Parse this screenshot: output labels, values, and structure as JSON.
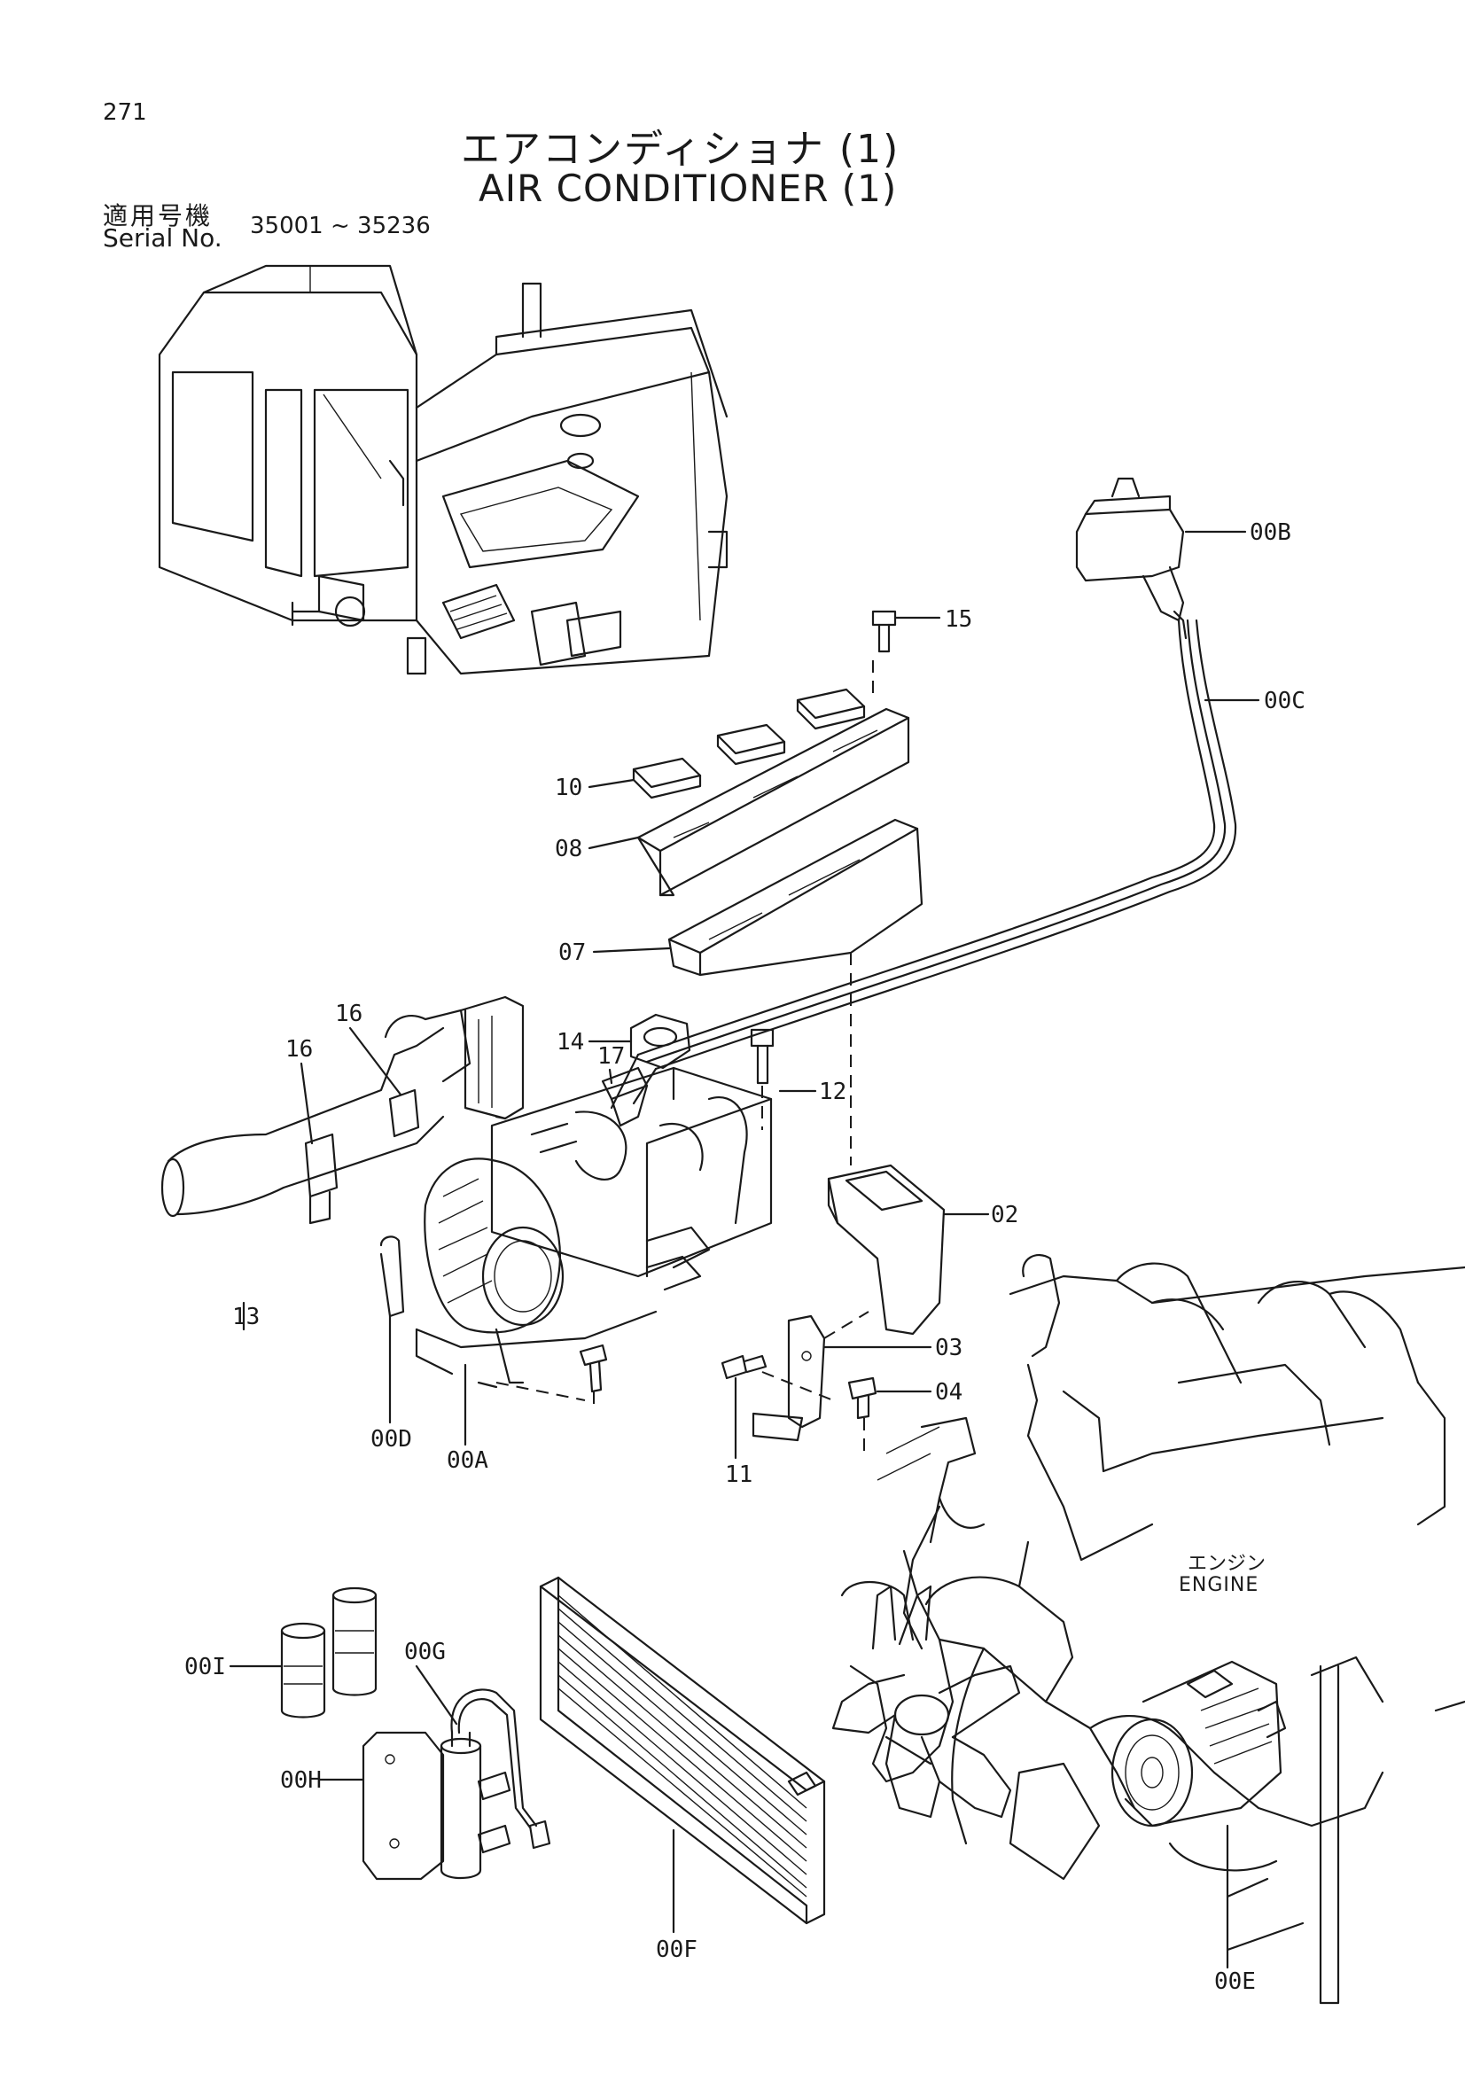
{
  "page_number": "271",
  "title_jp": "エアコンディショナ (1)",
  "title_en": "AIR CONDITIONER (1)",
  "serial": {
    "label_jp": "適用号機",
    "label_en": "Serial No.",
    "range": "35001 ~ 35236"
  },
  "engine": {
    "label_jp": "エンジン",
    "label_en": "ENGINE"
  },
  "parts": [
    {
      "id": "00B"
    },
    {
      "id": "15"
    },
    {
      "id": "00C"
    },
    {
      "id": "10"
    },
    {
      "id": "08"
    },
    {
      "id": "07"
    },
    {
      "id": "14"
    },
    {
      "id": "16"
    },
    {
      "id": "16"
    },
    {
      "id": "17"
    },
    {
      "id": "12"
    },
    {
      "id": "13"
    },
    {
      "id": "02"
    },
    {
      "id": "03"
    },
    {
      "id": "04"
    },
    {
      "id": "00D"
    },
    {
      "id": "00A"
    },
    {
      "id": "11"
    },
    {
      "id": "00I"
    },
    {
      "id": "00G"
    },
    {
      "id": "00H"
    },
    {
      "id": "00F"
    },
    {
      "id": "00E"
    }
  ]
}
